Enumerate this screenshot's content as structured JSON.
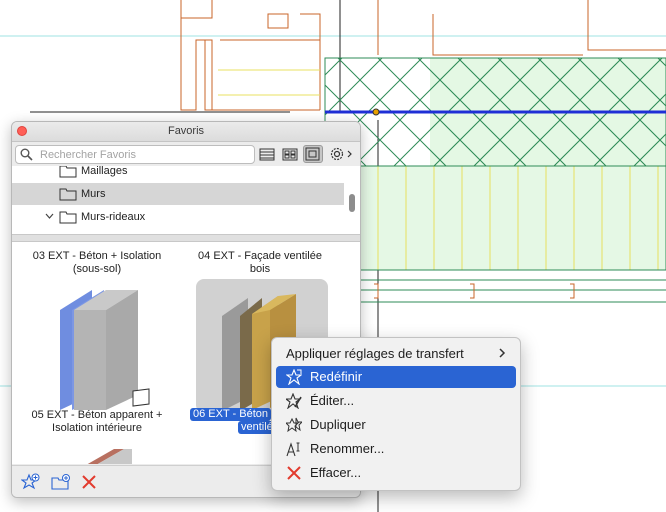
{
  "palette": {
    "title": "Favoris",
    "search": {
      "placeholder": "Rechercher Favoris",
      "value": ""
    },
    "tree": [
      {
        "label": "Maillages"
      },
      {
        "label": "Murs",
        "selected": true
      },
      {
        "label": "Murs-rideaux",
        "expanded": true
      }
    ],
    "items": [
      {
        "line1": "03 EXT - Béton + Isolation",
        "line2": "(sous-sol)"
      },
      {
        "line1": "04 EXT - Façade ventilée",
        "line2": "bois"
      },
      {
        "line1": "05 EXT - Béton apparent +",
        "line2": "Isolation intérieure"
      },
      {
        "line1": "06 EXT - Béton",
        "line2": "ventilé",
        "selected": true
      }
    ]
  },
  "context_menu": {
    "items": [
      {
        "label": "Appliquer réglages de transfert",
        "submenu": true
      },
      {
        "label": "Redéfinir",
        "icon": "star-redefine-icon",
        "highlight": true
      },
      {
        "label": "Éditer...",
        "icon": "star-edit-icon"
      },
      {
        "label": "Dupliquer",
        "icon": "star-duplicate-icon"
      },
      {
        "label": "Renommer...",
        "icon": "rename-icon"
      },
      {
        "label": "Effacer...",
        "icon": "delete-icon"
      }
    ]
  },
  "colors": {
    "accent": "#2a64d3",
    "hatch_green": "#2e8b57",
    "fill_green": "#d9f5d9",
    "blue_line": "#1f2fd6",
    "orange_line": "#c8642a",
    "delete_red": "#e23b2e"
  }
}
